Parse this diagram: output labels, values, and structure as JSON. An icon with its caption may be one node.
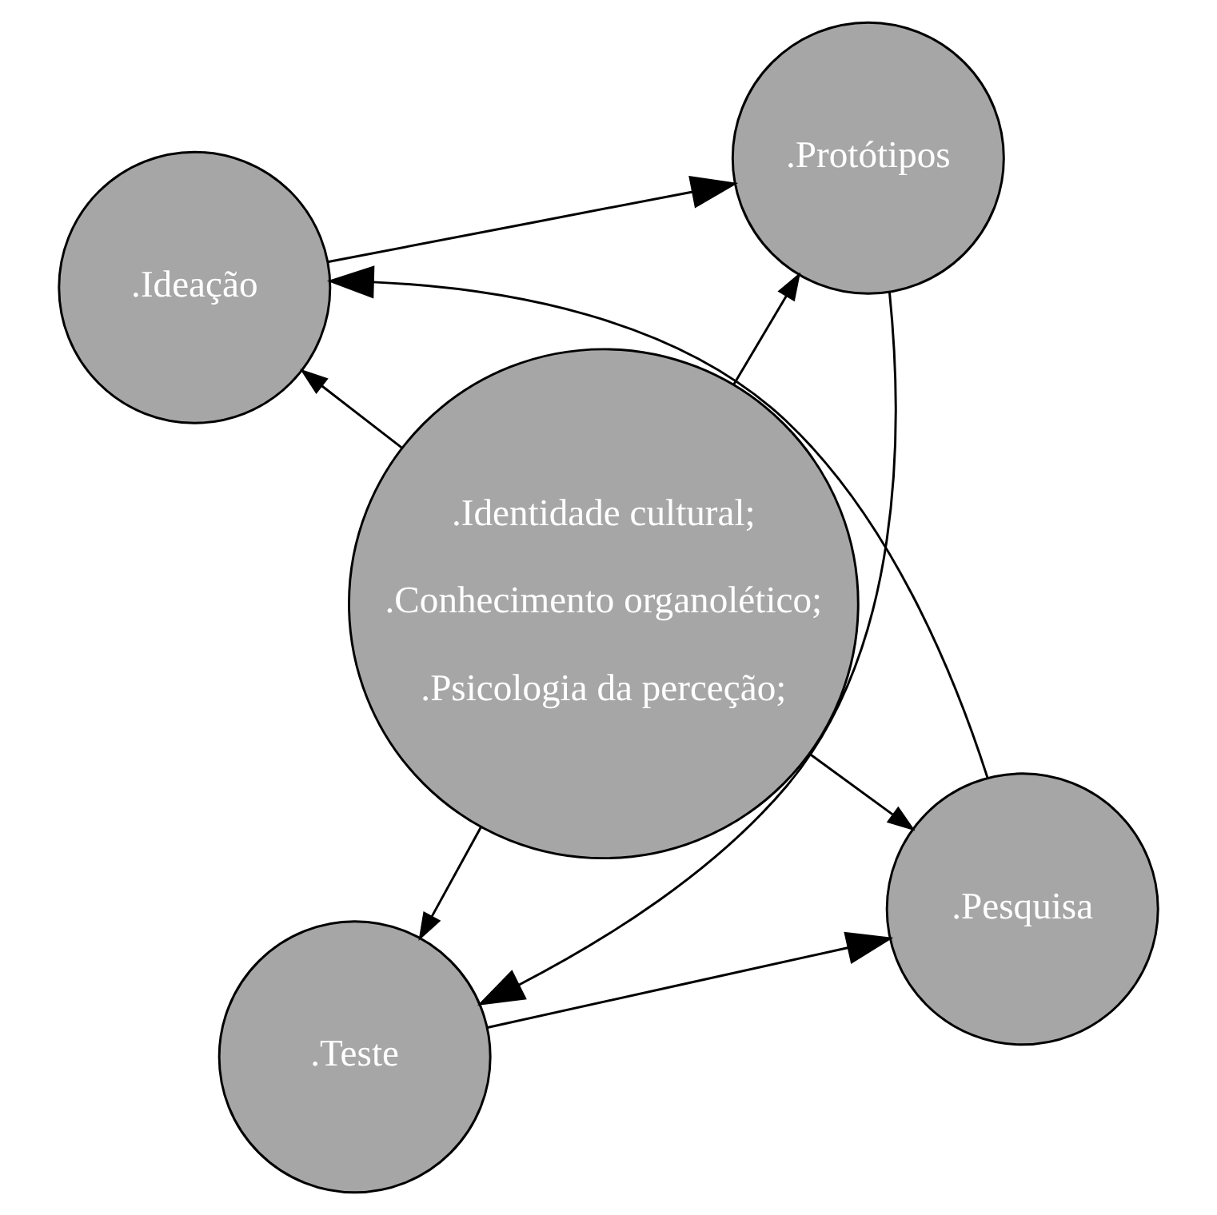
{
  "diagram": {
    "nodes": [
      {
        "text": [
          ".Identidade cultural;",
          ".Conhecimento organolético;",
          ".Psicologia da perceção;"
        ]
      },
      {
        "text": [
          ".Pesquisa"
        ]
      },
      {
        "text": [
          ".Teste"
        ]
      },
      {
        "text": [
          ".Ideação"
        ]
      },
      {
        "text": [
          ".Protótipos"
        ]
      }
    ],
    "edges": [
      {
        "from": 0,
        "to": 1,
        "arrow": "to"
      },
      {
        "from": 0,
        "to": 2,
        "arrow": "to"
      },
      {
        "from": 0,
        "to": 3,
        "arrow": "to"
      },
      {
        "from": 0,
        "to": 4,
        "arrow": "to"
      },
      {
        "from": 2,
        "to": 1,
        "arrow": "to"
      },
      {
        "from": 1,
        "to": 3,
        "arrow": "to"
      },
      {
        "from": 3,
        "to": 4,
        "arrow": "to"
      },
      {
        "from": 4,
        "to": 2,
        "arrow": "to"
      }
    ]
  }
}
